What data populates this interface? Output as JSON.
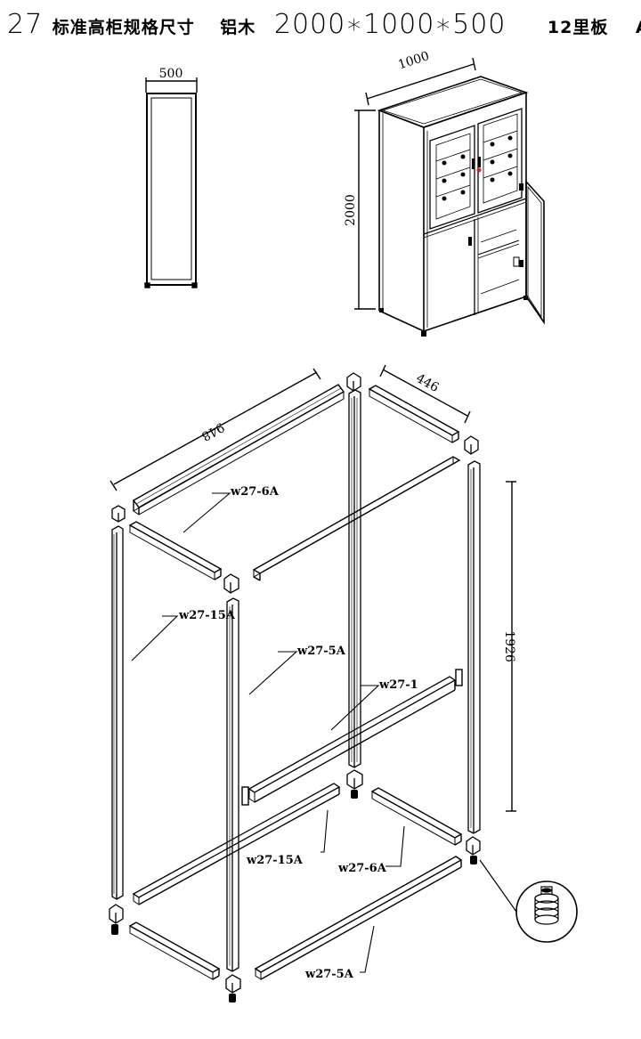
{
  "title": {
    "number": "27",
    "name": "标准高柜规格尺寸",
    "material": "铝木",
    "size": "2000∗1000∗500",
    "board": "12里板",
    "grade": "A料"
  },
  "dimensions": {
    "side_depth": "500",
    "front_width": "1000",
    "front_height": "2000",
    "rail_long": "948",
    "rail_short": "446",
    "post_height": "1926"
  },
  "parts": {
    "top_short": "w27-6A",
    "post_left": "w27-15A",
    "rail_front": "w27-5A",
    "middle_rail": "w27-1",
    "bottom_left": "w27-15A",
    "bottom_right": "w27-6A",
    "bottom_front": "w27-5A"
  }
}
